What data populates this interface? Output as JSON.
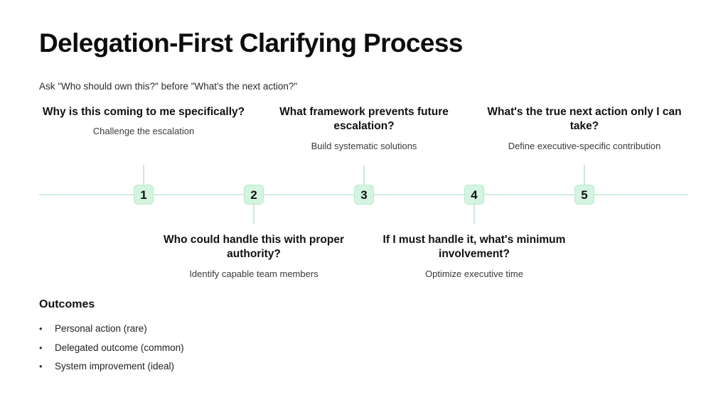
{
  "header": {
    "title": "Delegation-First Clarifying Process",
    "subtitle": "Ask \"Who should own this?\" before \"What's the next action?\""
  },
  "timeline": {
    "axis_color": "#d4ece0",
    "marker_fill": "#d3f5e0",
    "marker_border": "#b8e8cc",
    "steps": [
      {
        "number": "1",
        "position": "above",
        "title": "Why is this coming to me specifically?",
        "subtitle": "Challenge the escalation"
      },
      {
        "number": "2",
        "position": "below",
        "title": "Who could handle this with proper authority?",
        "subtitle": "Identify capable team members"
      },
      {
        "number": "3",
        "position": "above",
        "title": "What framework prevents future escalation?",
        "subtitle": "Build systematic solutions"
      },
      {
        "number": "4",
        "position": "below",
        "title": "If I must handle it, what's minimum involvement?",
        "subtitle": "Optimize executive time"
      },
      {
        "number": "5",
        "position": "above",
        "title": "What's the true next action only I can take?",
        "subtitle": "Define executive-specific contribution"
      }
    ]
  },
  "outcomes": {
    "heading": "Outcomes",
    "bullet_glyph": "•",
    "items": [
      "Personal action (rare)",
      "Delegated outcome (common)",
      "System improvement (ideal)"
    ]
  }
}
